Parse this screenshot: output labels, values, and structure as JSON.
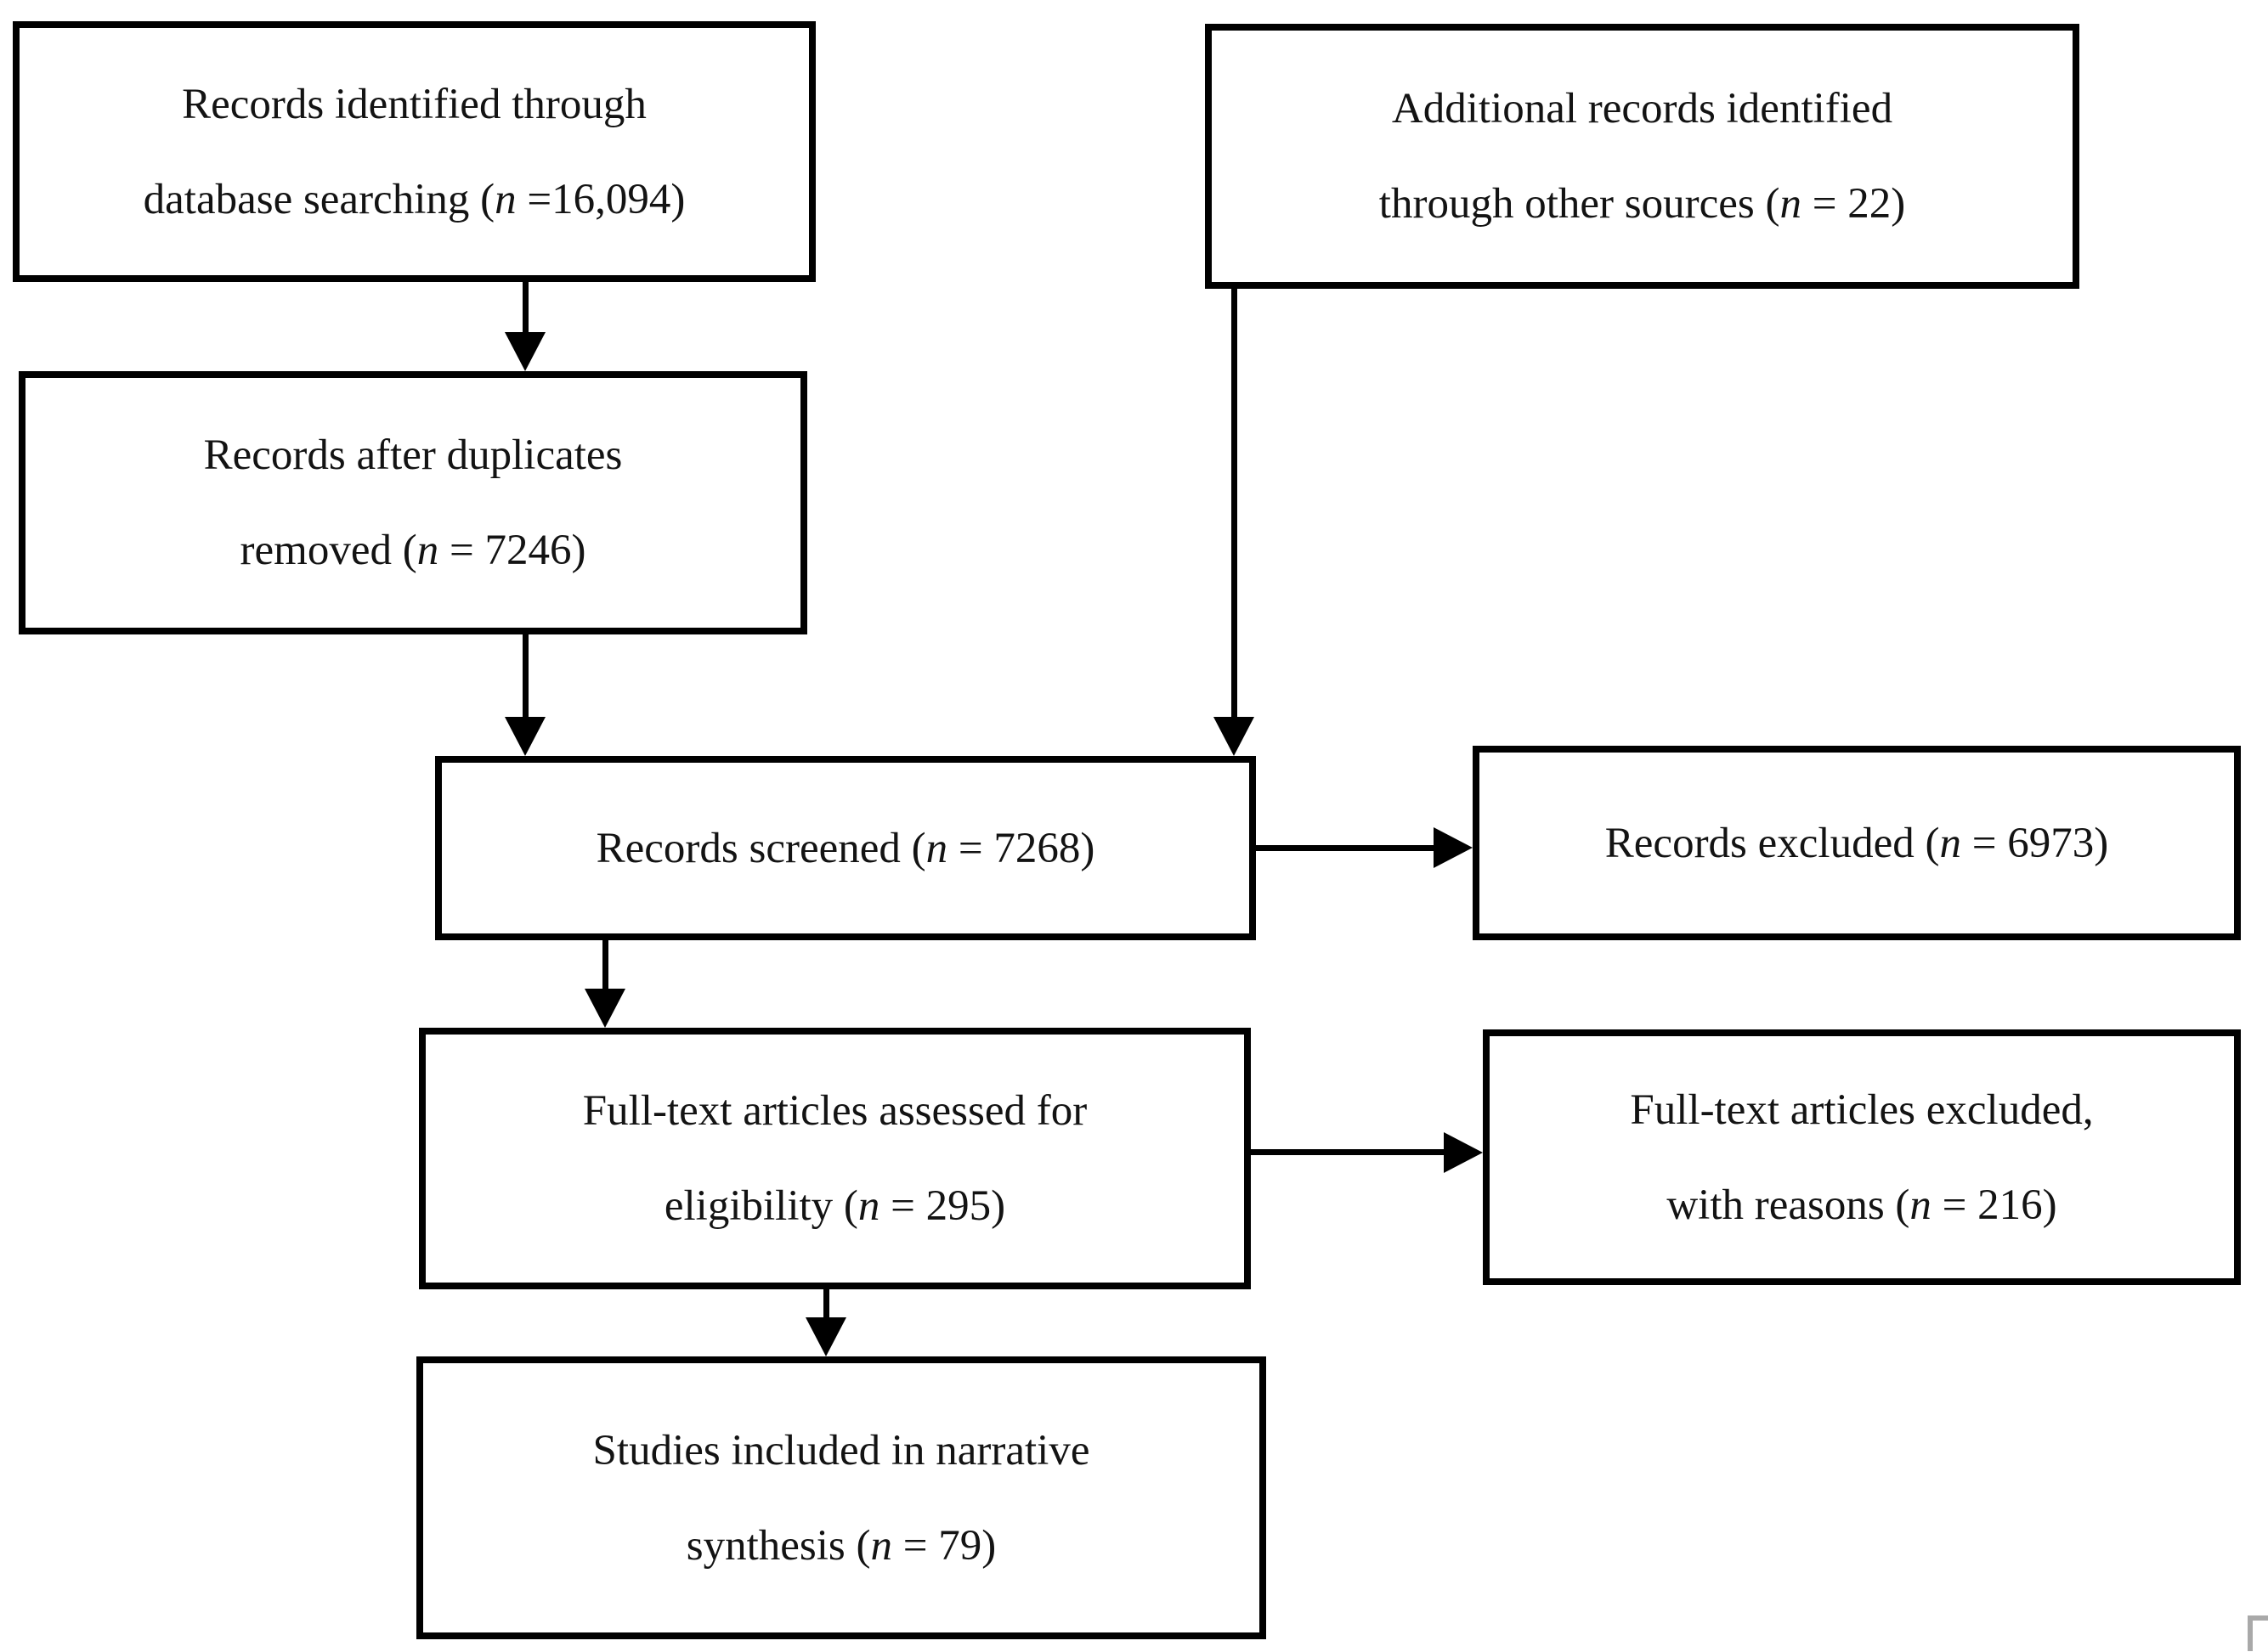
{
  "colors": {
    "line": "#000000",
    "text": "#131313",
    "background": "#ffffff",
    "crop_mark": "#a9a9a9"
  },
  "boxes": [
    {
      "id": "records-identified",
      "n": 16094,
      "lines": [
        {
          "pre": "Records identified through",
          "it": "",
          "post": ""
        },
        {
          "pre": "database searching (",
          "it": "n",
          "post": " =16,094)"
        }
      ]
    },
    {
      "id": "additional-records",
      "n": 22,
      "lines": [
        {
          "pre": "Additional records identified",
          "it": "",
          "post": ""
        },
        {
          "pre": "through other sources (",
          "it": "n",
          "post": " = 22)"
        }
      ]
    },
    {
      "id": "records-after-duplicates",
      "n": 7246,
      "lines": [
        {
          "pre": "Records after duplicates",
          "it": "",
          "post": ""
        },
        {
          "pre": "removed (",
          "it": "n",
          "post": " = 7246)"
        }
      ]
    },
    {
      "id": "records-screened",
      "n": 7268,
      "lines": [
        {
          "pre": "Records screened (",
          "it": "n",
          "post": " = 7268)"
        }
      ]
    },
    {
      "id": "records-excluded",
      "n": 6973,
      "lines": [
        {
          "pre": "Records excluded (",
          "it": "n",
          "post": " = 6973)"
        }
      ]
    },
    {
      "id": "fulltext-assessed",
      "n": 295,
      "lines": [
        {
          "pre": "Full-text articles assessed for",
          "it": "",
          "post": ""
        },
        {
          "pre": "eligibility (",
          "it": "n",
          "post": " = 295)"
        }
      ]
    },
    {
      "id": "fulltext-excluded",
      "n": 216,
      "lines": [
        {
          "pre": "Full-text articles excluded,",
          "it": "",
          "post": ""
        },
        {
          "pre": "with reasons (",
          "it": "n",
          "post": " = 216)"
        }
      ]
    },
    {
      "id": "studies-included",
      "n": 79,
      "lines": [
        {
          "pre": "Studies included in narrative",
          "it": "",
          "post": ""
        },
        {
          "pre": "synthesis (",
          "it": "n",
          "post": " = 79)"
        }
      ]
    }
  ],
  "edges": [
    {
      "from": "records-identified",
      "to": "records-after-duplicates"
    },
    {
      "from": "records-after-duplicates",
      "to": "records-screened"
    },
    {
      "from": "additional-records",
      "to": "records-screened"
    },
    {
      "from": "records-screened",
      "to": "records-excluded"
    },
    {
      "from": "records-screened",
      "to": "fulltext-assessed"
    },
    {
      "from": "fulltext-assessed",
      "to": "fulltext-excluded"
    },
    {
      "from": "fulltext-assessed",
      "to": "studies-included"
    }
  ]
}
